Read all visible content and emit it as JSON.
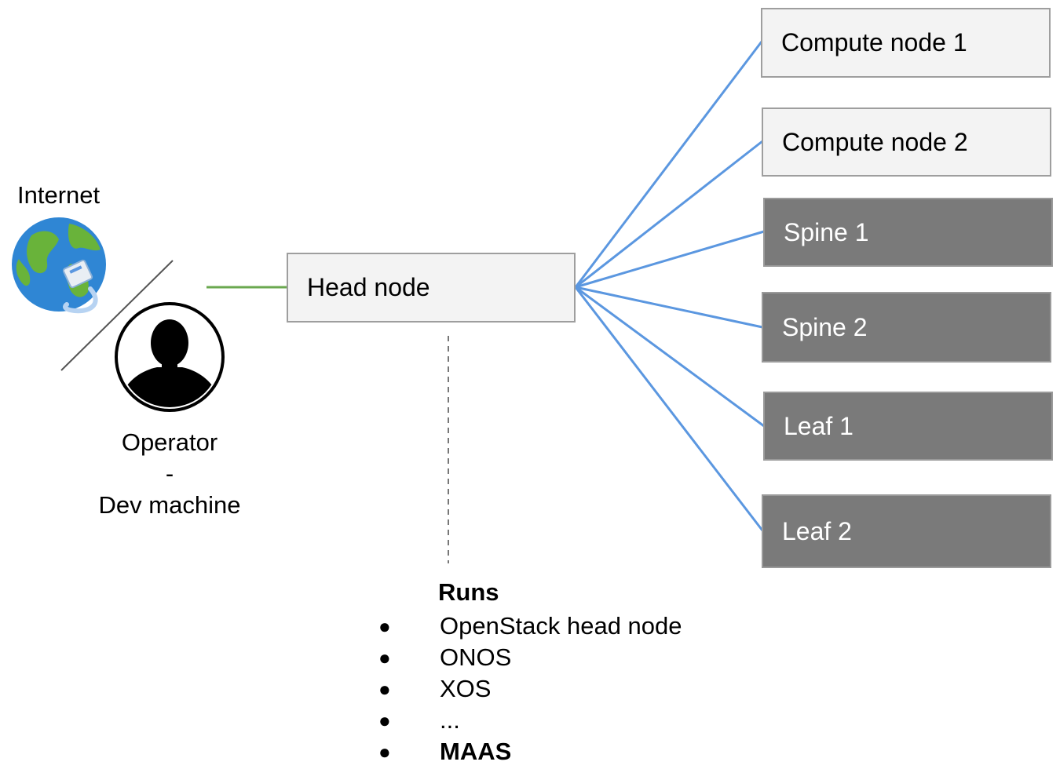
{
  "internet": {
    "label": "Internet",
    "icon": "globe-network-icon"
  },
  "operator": {
    "label_line1": "Operator",
    "label_line2": "-",
    "label_line3": "Dev machine",
    "icon": "person-avatar-icon"
  },
  "head_node": {
    "label": "Head node"
  },
  "nodes": [
    {
      "label": "Compute node 1",
      "kind": "compute"
    },
    {
      "label": "Compute node 2",
      "kind": "compute"
    },
    {
      "label": "Spine 1",
      "kind": "switch"
    },
    {
      "label": "Spine 2",
      "kind": "switch"
    },
    {
      "label": "Leaf 1",
      "kind": "switch"
    },
    {
      "label": "Leaf 2",
      "kind": "switch"
    }
  ],
  "runs": {
    "heading": "Runs",
    "items": [
      {
        "text": "OpenStack head node",
        "bold": false
      },
      {
        "text": "ONOS",
        "bold": false
      },
      {
        "text": "XOS",
        "bold": false
      },
      {
        "text": "...",
        "bold": false
      },
      {
        "text": "MAAS",
        "bold": true
      }
    ],
    "bullet": "●"
  },
  "colors": {
    "link_blue": "#5b97e0",
    "link_green": "#6aa84f",
    "switch_fill": "#7a7a7a",
    "compute_fill": "#f3f3f3"
  }
}
